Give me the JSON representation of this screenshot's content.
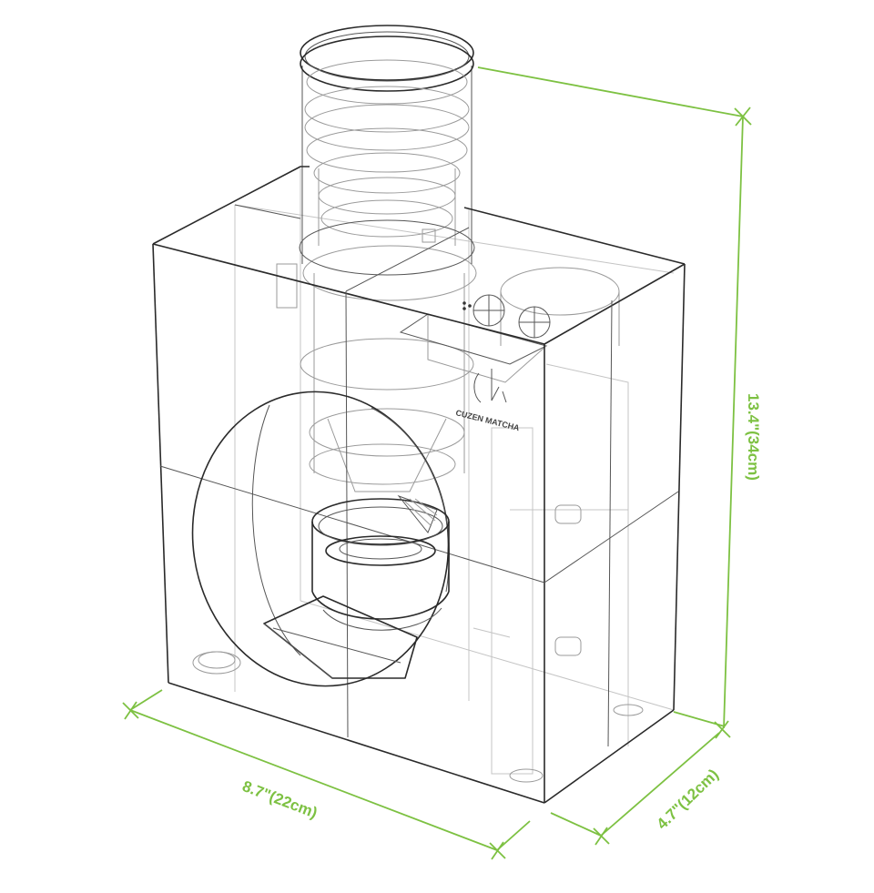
{
  "diagram": {
    "dimensions": {
      "width_label": "8.7\"(22cm)",
      "depth_label": "4.7\"(12cm)",
      "height_label": "13.4\"(34cm)"
    },
    "brand_label": "CUZEN MATCHA",
    "colors": {
      "dimension": "#7dc142",
      "outline": "#2a2a2a",
      "ghost": "#9a9a9a"
    }
  }
}
